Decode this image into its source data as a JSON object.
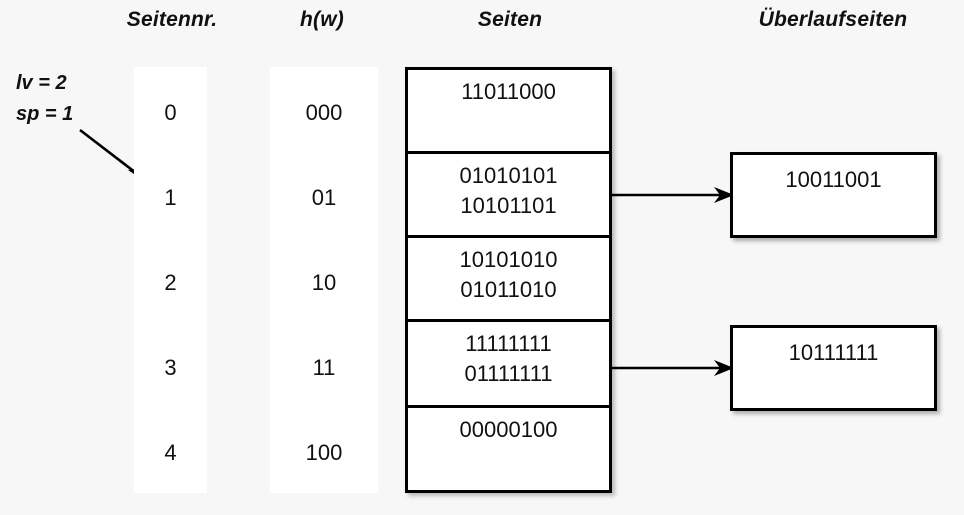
{
  "headers": {
    "seitennr": "Seitennr.",
    "hw": "h(w)",
    "seiten": "Seiten",
    "ueberlaufseiten": "Überlaufseiten"
  },
  "params": {
    "lv": "lv = 2",
    "sp": "sp = 1"
  },
  "columns": {
    "seitennr": [
      "0",
      "1",
      "2",
      "3",
      "4"
    ],
    "hw": [
      "000",
      "01",
      "10",
      "11",
      "100"
    ]
  },
  "pages": [
    {
      "lines": [
        "11011000"
      ]
    },
    {
      "lines": [
        "01010101",
        "10101101"
      ]
    },
    {
      "lines": [
        "10101010",
        "01011010"
      ]
    },
    {
      "lines": [
        "11111111",
        "01111111"
      ]
    },
    {
      "lines": [
        "00000100"
      ]
    }
  ],
  "overflow_pages": [
    {
      "text": "10011001",
      "from_page_index": 1
    },
    {
      "text": "10111111",
      "from_page_index": 3
    }
  ],
  "colors": {
    "background": "#f7f7f7",
    "strip": "#ffffff",
    "stroke": "#000000",
    "text": "#111111"
  }
}
